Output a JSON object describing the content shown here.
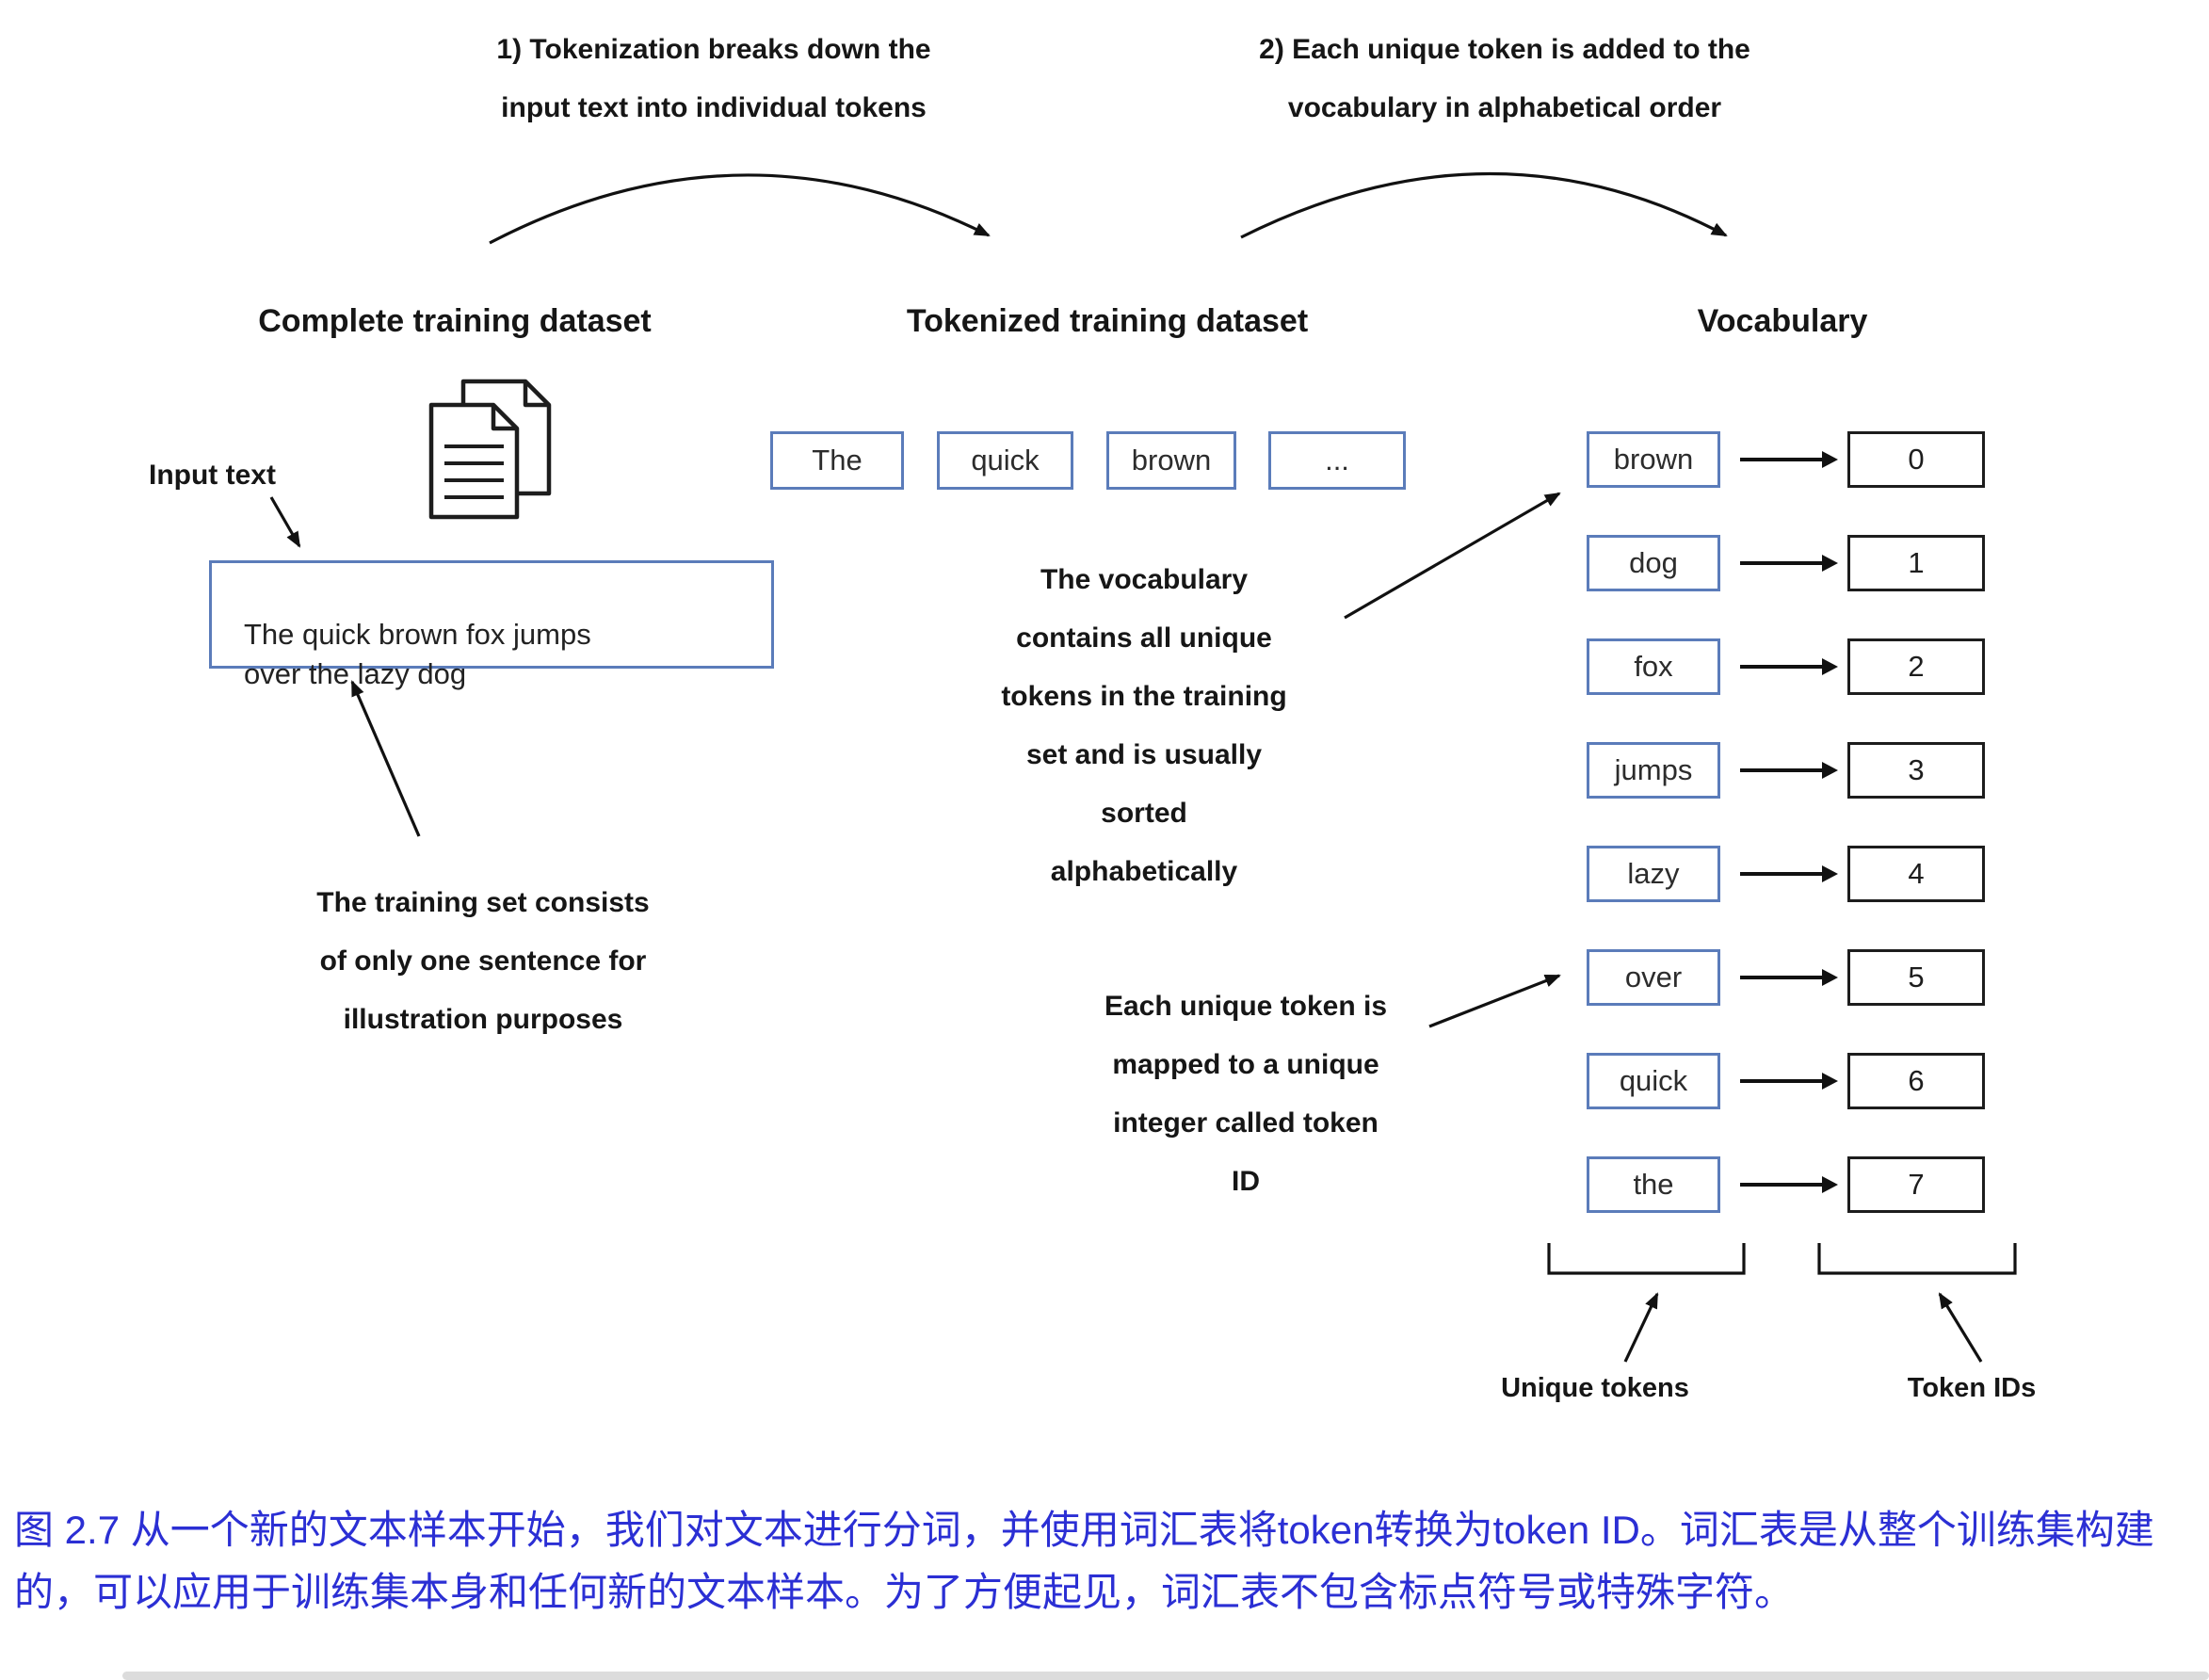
{
  "step_annotations": {
    "step1": "1) Tokenization breaks down the\ninput text into individual tokens",
    "step2": "2) Each unique token is added to the\nvocabulary in alphabetical order"
  },
  "headers": {
    "complete": "Complete training dataset",
    "tokenized": "Tokenized training dataset",
    "vocabulary": "Vocabulary"
  },
  "input_section": {
    "label": "Input text",
    "sentence": "The quick brown fox jumps\nover the lazy dog",
    "note": "The training set consists\nof only one sentence for\nillustration purposes"
  },
  "token_row": [
    "The",
    "quick",
    "brown",
    "..."
  ],
  "notes": {
    "vocab": "The vocabulary\ncontains all unique\ntokens in the training\nset and is usually\nsorted\nalphabetically",
    "token_id": "Each unique token is\nmapped to a unique\ninteger called token\nID"
  },
  "vocabulary": [
    {
      "token": "brown",
      "id": "0"
    },
    {
      "token": "dog",
      "id": "1"
    },
    {
      "token": "fox",
      "id": "2"
    },
    {
      "token": "jumps",
      "id": "3"
    },
    {
      "token": "lazy",
      "id": "4"
    },
    {
      "token": "over",
      "id": "5"
    },
    {
      "token": "quick",
      "id": "6"
    },
    {
      "token": "the",
      "id": "7"
    }
  ],
  "bracket_labels": {
    "unique_tokens": "Unique tokens",
    "token_ids": "Token IDs"
  },
  "caption": "图 2.7 从一个新的文本样本开始，我们对文本进行分词，并使用词汇表将token转换为token ID。词汇表是从整个训练集构建的，可以应用于训练集本身和任何新的文本样本。为了方便起见，词汇表不包含标点符号或特殊字符。",
  "colors": {
    "box_blue": "#5b7cba",
    "caption_blue": "#2b2fd4",
    "ink": "#161616"
  }
}
